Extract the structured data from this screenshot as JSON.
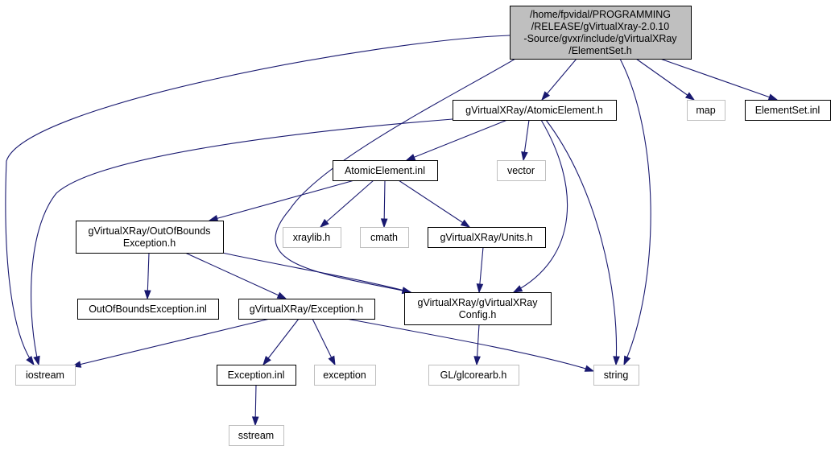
{
  "nodes": [
    {
      "id": "root",
      "kind": "root",
      "lines": [
        "/home/fpvidal/PROGRAMMING",
        "/RELEASE/gVirtualXray-2.0.10",
        "-Source/gvxr/include/gVirtualXRay",
        "/ElementSet.h"
      ]
    },
    {
      "id": "atomic_h",
      "kind": "local",
      "lines": [
        "gVirtualXRay/AtomicElement.h"
      ]
    },
    {
      "id": "map",
      "kind": "external",
      "lines": [
        "map"
      ]
    },
    {
      "id": "elementset_inl",
      "kind": "local",
      "lines": [
        "ElementSet.inl"
      ]
    },
    {
      "id": "atomic_inl",
      "kind": "local",
      "lines": [
        "AtomicElement.inl"
      ]
    },
    {
      "id": "vector",
      "kind": "external",
      "lines": [
        "vector"
      ]
    },
    {
      "id": "oob_h",
      "kind": "local",
      "lines": [
        "gVirtualXRay/OutOfBounds",
        "Exception.h"
      ]
    },
    {
      "id": "xraylib",
      "kind": "external",
      "lines": [
        "xraylib.h"
      ]
    },
    {
      "id": "cmath",
      "kind": "external",
      "lines": [
        "cmath"
      ]
    },
    {
      "id": "units",
      "kind": "local",
      "lines": [
        "gVirtualXRay/Units.h"
      ]
    },
    {
      "id": "oob_inl",
      "kind": "local",
      "lines": [
        "OutOfBoundsException.inl"
      ]
    },
    {
      "id": "exception_h",
      "kind": "local",
      "lines": [
        "gVirtualXRay/Exception.h"
      ]
    },
    {
      "id": "config",
      "kind": "local",
      "lines": [
        "gVirtualXRay/gVirtualXRay",
        "Config.h"
      ]
    },
    {
      "id": "iostream",
      "kind": "external",
      "lines": [
        "iostream"
      ]
    },
    {
      "id": "exception_inl",
      "kind": "local",
      "lines": [
        "Exception.inl"
      ]
    },
    {
      "id": "exception",
      "kind": "external",
      "lines": [
        "exception"
      ]
    },
    {
      "id": "glcorearb",
      "kind": "external",
      "lines": [
        "GL/glcorearb.h"
      ]
    },
    {
      "id": "string",
      "kind": "external",
      "lines": [
        "string"
      ]
    },
    {
      "id": "sstream",
      "kind": "external",
      "lines": [
        "sstream"
      ]
    }
  ],
  "edges": [
    {
      "from": "root",
      "to": "iostream"
    },
    {
      "from": "root",
      "to": "atomic_h"
    },
    {
      "from": "root",
      "to": "config"
    },
    {
      "from": "root",
      "to": "string"
    },
    {
      "from": "root",
      "to": "map"
    },
    {
      "from": "root",
      "to": "elementset_inl"
    },
    {
      "from": "atomic_h",
      "to": "atomic_inl"
    },
    {
      "from": "atomic_h",
      "to": "vector"
    },
    {
      "from": "atomic_h",
      "to": "iostream"
    },
    {
      "from": "atomic_h",
      "to": "config"
    },
    {
      "from": "atomic_h",
      "to": "string"
    },
    {
      "from": "atomic_inl",
      "to": "oob_h"
    },
    {
      "from": "atomic_inl",
      "to": "xraylib"
    },
    {
      "from": "atomic_inl",
      "to": "cmath"
    },
    {
      "from": "atomic_inl",
      "to": "units"
    },
    {
      "from": "oob_h",
      "to": "oob_inl"
    },
    {
      "from": "oob_h",
      "to": "exception_h"
    },
    {
      "from": "oob_h",
      "to": "config"
    },
    {
      "from": "units",
      "to": "config"
    },
    {
      "from": "exception_h",
      "to": "iostream"
    },
    {
      "from": "exception_h",
      "to": "exception_inl"
    },
    {
      "from": "exception_h",
      "to": "exception"
    },
    {
      "from": "exception_h",
      "to": "string"
    },
    {
      "from": "config",
      "to": "glcorearb"
    },
    {
      "from": "exception_inl",
      "to": "sstream"
    }
  ],
  "colors": {
    "edge": "#191970",
    "root_fill": "#bfbfbf",
    "local_border": "#000000",
    "external_border": "#bfbfbf"
  }
}
